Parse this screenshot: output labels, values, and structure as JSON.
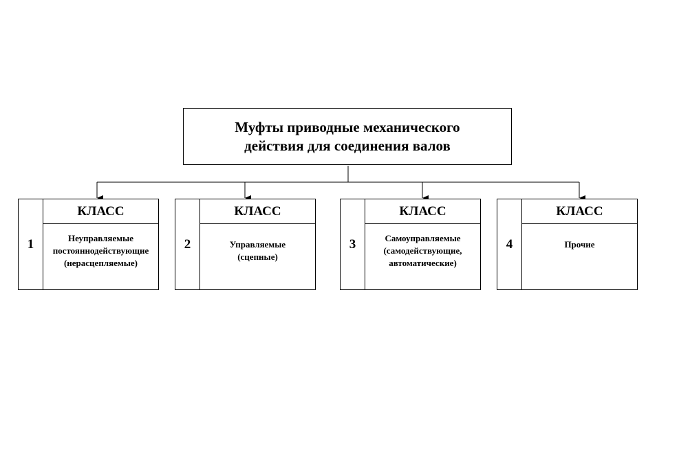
{
  "root": {
    "lines": [
      "Муфты приводные механического",
      "действия для соединения валов"
    ]
  },
  "classes": [
    {
      "number": "1",
      "header": "КЛАСС",
      "lines": [
        "Неуправляемые",
        "постояннодействующие",
        "(нерасцепляемые)"
      ]
    },
    {
      "number": "2",
      "header": "КЛАСС",
      "lines": [
        "Управляемые",
        "(сцепные)"
      ]
    },
    {
      "number": "3",
      "header": "КЛАСС",
      "lines": [
        "Самоуправляемые",
        "(самодействующие,",
        "автоматические)"
      ]
    },
    {
      "number": "4",
      "header": "КЛАСС",
      "lines": [
        "Прочие"
      ]
    }
  ]
}
